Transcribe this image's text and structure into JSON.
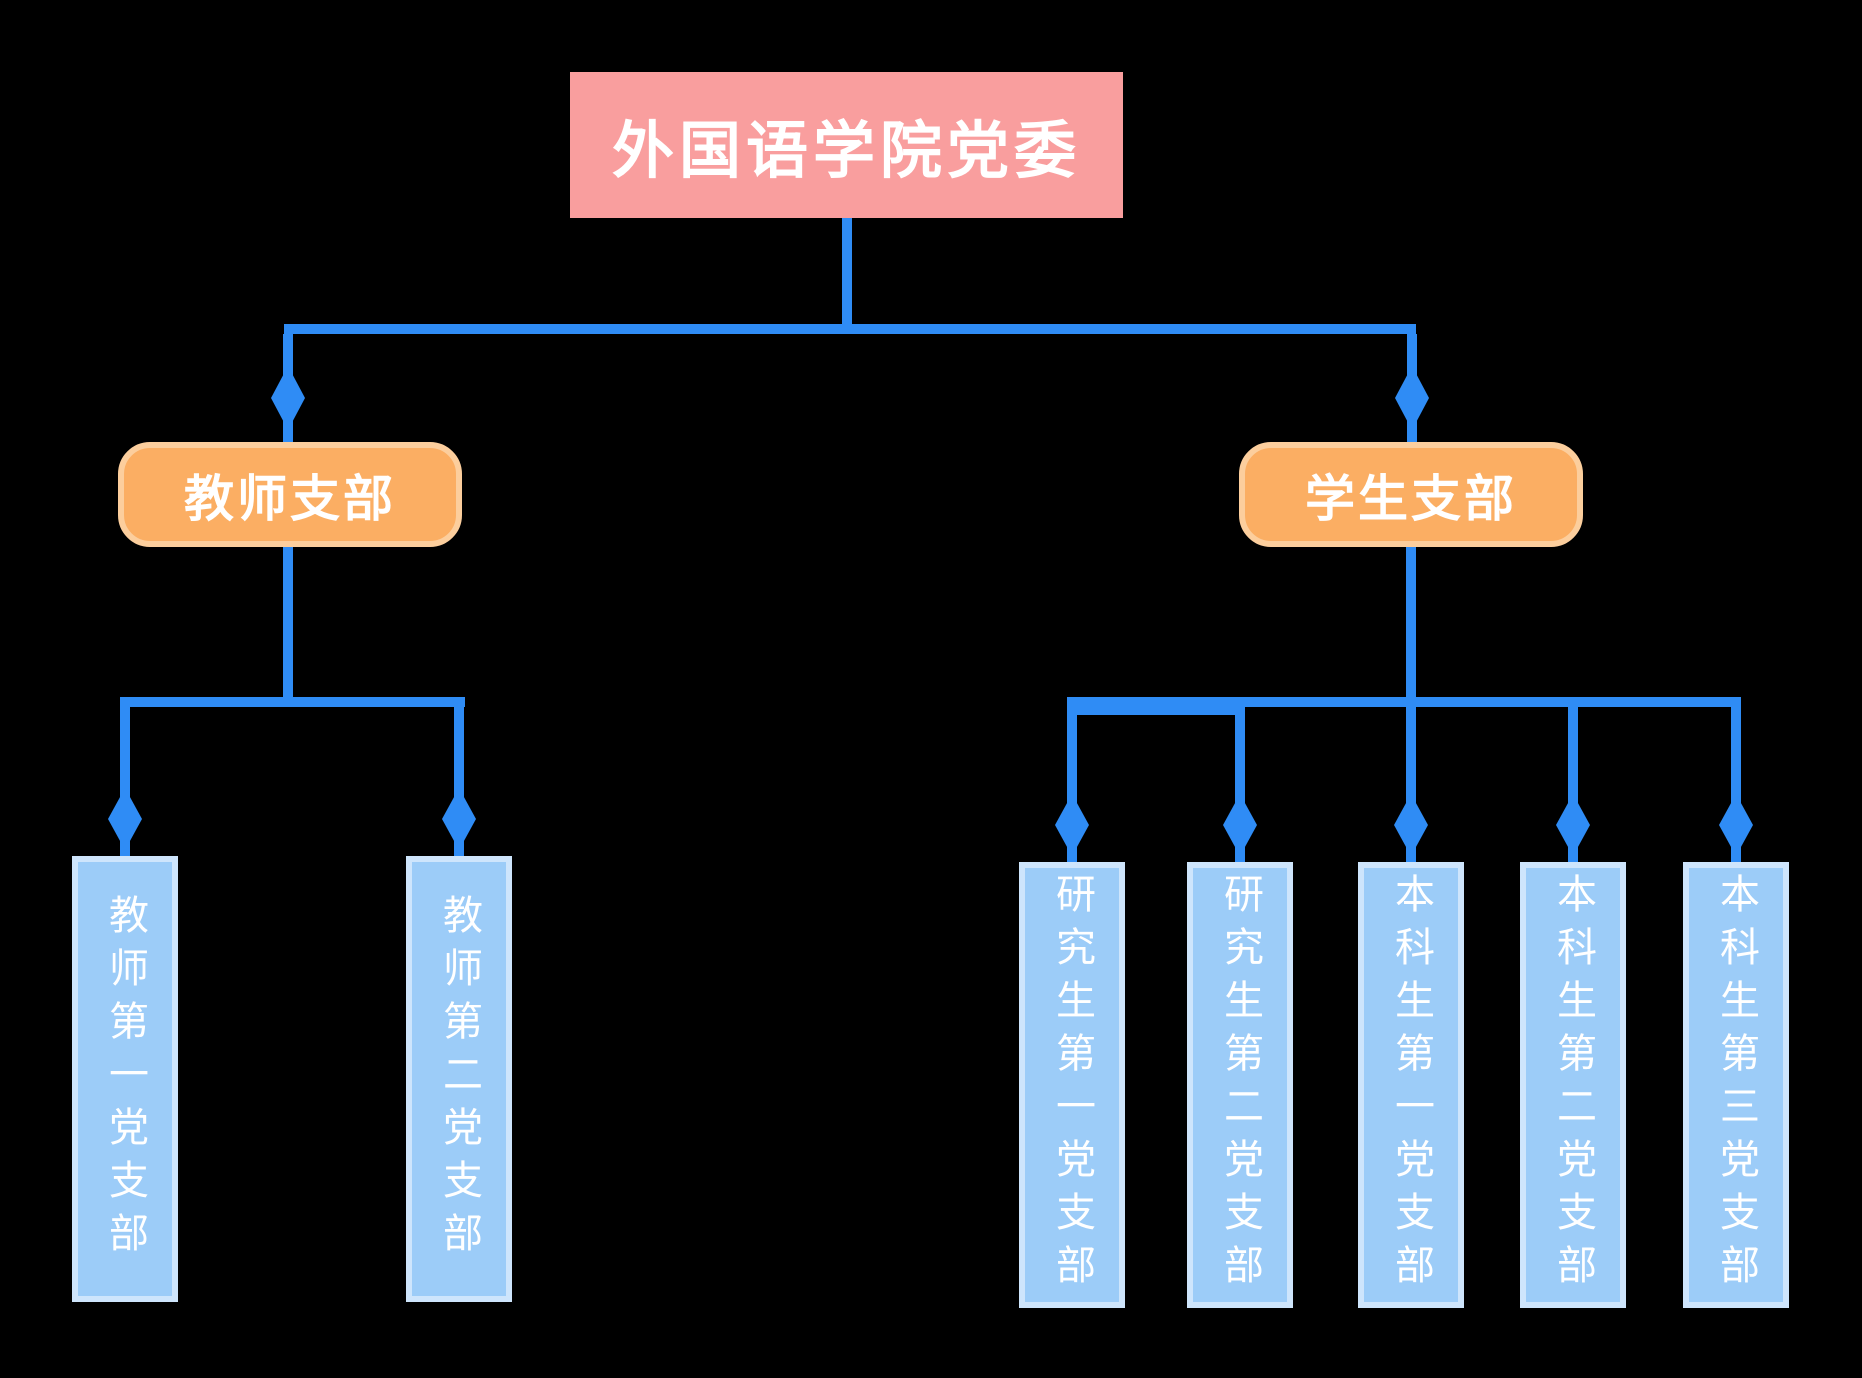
{
  "root": {
    "label": "外国语学院党委"
  },
  "branches": [
    {
      "label": "教师支部",
      "children": [
        "教师第一党支部",
        "教师第二党支部"
      ]
    },
    {
      "label": "学生支部",
      "children": [
        "研究生第一党支部",
        "研究生第二党支部",
        "本科生第一党支部",
        "本科生第二党支部",
        "本科生第三党支部"
      ]
    }
  ],
  "colors": {
    "background": "#000000",
    "root_fill": "#f99e9e",
    "branch_fill": "#fbae63",
    "branch_border": "#fcce9d",
    "leaf_fill": "#9cccf8",
    "leaf_border": "#cee5fc",
    "connector": "#2f8cf5",
    "text": "#ffffff"
  }
}
